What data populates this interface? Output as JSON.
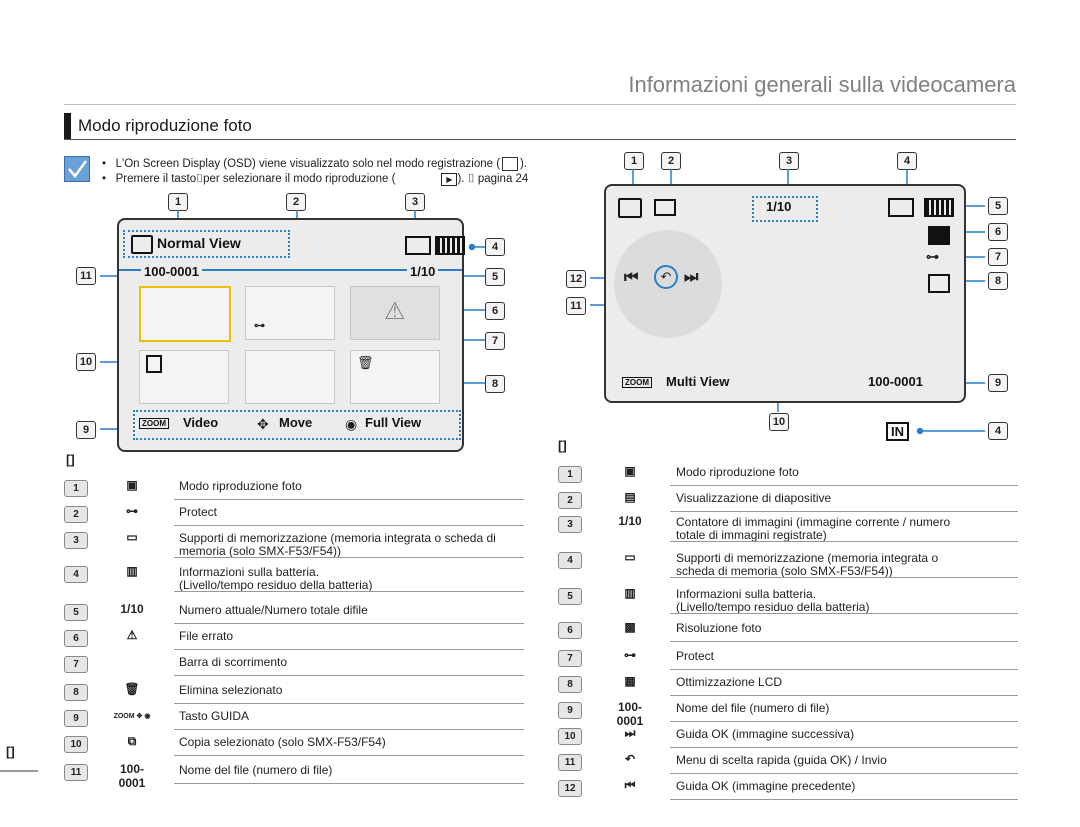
{
  "header": {
    "title": "Informazioni generali sulla videocamera"
  },
  "section": {
    "title": "Modo riproduzione foto"
  },
  "notes": [
    "L'On Screen Display (OSD) viene visualizzato solo nel modo registrazione (",
    ").",
    "Premere il tasto",
    "per selezionare il modo riproduzione (",
    "). ",
    "pagina 24"
  ],
  "left_screen": {
    "mode_label": "Normal View",
    "filename": "100-0001",
    "counter": "1/10",
    "bottom": {
      "zoom": "ZOOM",
      "video": "Video",
      "move": "Move",
      "full": "Full View"
    },
    "callouts": [
      "1",
      "2",
      "3",
      "4",
      "5",
      "6",
      "7",
      "8",
      "9",
      "10",
      "11"
    ]
  },
  "right_screen": {
    "counter": "1/10",
    "zoom": "ZOOM",
    "multi": "Multi View",
    "filename": "100-0001",
    "in_label": "IN",
    "callouts": [
      "1",
      "2",
      "3",
      "4",
      "5",
      "6",
      "7",
      "8",
      "9",
      "10",
      "11",
      "12"
    ]
  },
  "left_table": {
    "marker": "[]",
    "rows": [
      {
        "n": "1",
        "icon": "photo-mode-icon",
        "text": "Modo riproduzione foto"
      },
      {
        "n": "2",
        "icon": "key-icon",
        "text": "Protect"
      },
      {
        "n": "3",
        "icon": "memory-card-icon",
        "text": "Supporti di memorizzazione (memoria integrata o scheda di memoria (solo SMX-F53/F54))"
      },
      {
        "n": "4",
        "icon": "battery-icon",
        "text": "Informazioni sulla batteria.",
        "text2": "(Livello/tempo residuo della batteria)"
      },
      {
        "n": "5",
        "icon": "1/10",
        "text": "Numero attuale/Numero totale difile"
      },
      {
        "n": "6",
        "icon": "error-file-icon",
        "text": "File errato"
      },
      {
        "n": "7",
        "icon": "",
        "text": "Barra di scorrimento"
      },
      {
        "n": "8",
        "icon": "trash-icon",
        "text": "Elimina selezionato"
      },
      {
        "n": "9",
        "icon": "guide-icon",
        "text": "Tasto GUIDA"
      },
      {
        "n": "10",
        "icon": "copy-icon",
        "text": "Copia selezionato (solo SMX-F53/F54)"
      },
      {
        "n": "11",
        "icon": "100-0001",
        "text": "Nome del file (numero di file)"
      }
    ]
  },
  "right_table": {
    "marker": "[]",
    "rows": [
      {
        "n": "1",
        "icon": "photo-mode-icon",
        "text": "Modo riproduzione foto"
      },
      {
        "n": "2",
        "icon": "slideshow-icon",
        "text": "Visualizzazione di diapositive"
      },
      {
        "n": "3",
        "icon": "1/10",
        "text": "Contatore di immagini (immagine corrente / numero",
        "text2": "totale di immagini registrate)"
      },
      {
        "n": "4",
        "icon": "memory-card-icon",
        "text": "Supporti di memorizzazione (memoria integrata o",
        "text2": "scheda di memoria (solo SMX-F53/F54))"
      },
      {
        "n": "5",
        "icon": "battery-icon",
        "text": "Informazioni sulla batteria.",
        "text2": "(Livello/tempo residuo della batteria)"
      },
      {
        "n": "6",
        "icon": "resolution-icon",
        "text": "Risoluzione foto"
      },
      {
        "n": "7",
        "icon": "key-icon",
        "text": "Protect"
      },
      {
        "n": "8",
        "icon": "lcd-icon",
        "text": "Ottimizzazione LCD"
      },
      {
        "n": "9",
        "icon": "100-0001",
        "text": "Nome del file (numero di file)"
      },
      {
        "n": "10",
        "icon": "next-icon",
        "text": "Guida OK (immagine successiva)"
      },
      {
        "n": "11",
        "icon": "return-icon",
        "text": "Menu di scelta rapida (guida OK) / Invio"
      },
      {
        "n": "12",
        "icon": "prev-icon",
        "text": "Guida OK (immagine precedente)"
      }
    ]
  },
  "page_marker": "[]"
}
